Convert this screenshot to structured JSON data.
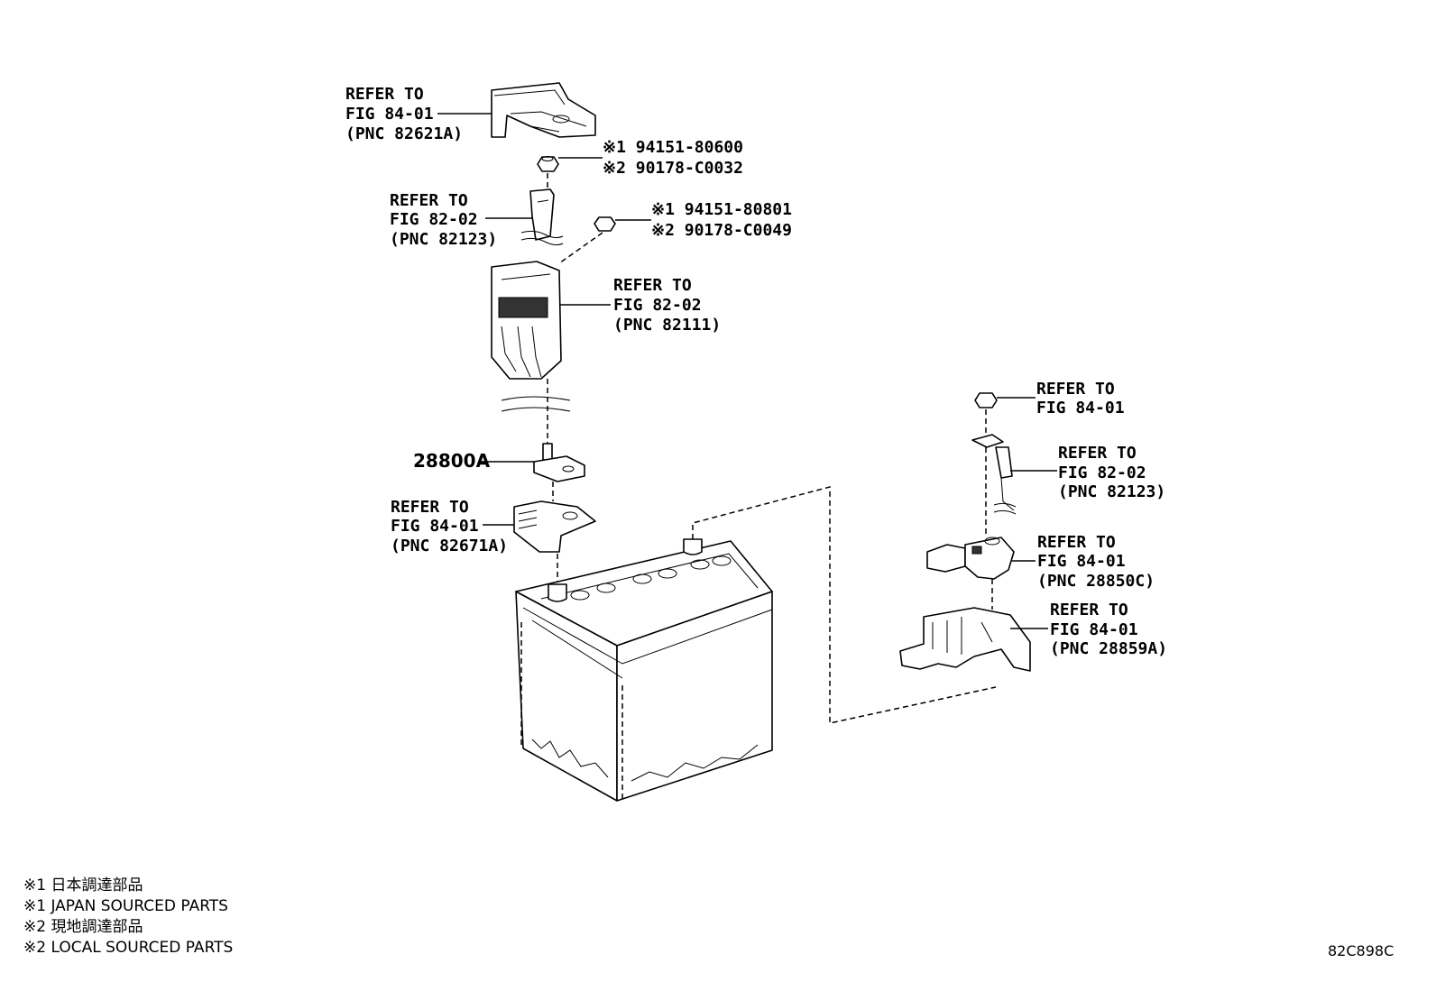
{
  "callouts": {
    "cover_top": [
      "REFER TO",
      "FIG 84-01",
      "(PNC 82621A)"
    ],
    "nut1": [
      "※1 94151-80600",
      "※2 90178-C0032"
    ],
    "wire_top": [
      "REFER TO",
      "FIG 82-02",
      "(PNC 82123)"
    ],
    "nut2": [
      "※1 94151-80801",
      "※2 90178-C0049"
    ],
    "fusebox": [
      "REFER TO",
      "FIG 82-02",
      "(PNC 82111)"
    ],
    "terminal_part": "28800A",
    "cover_pos": [
      "REFER TO",
      "FIG 84-01",
      "(PNC 82671A)"
    ],
    "right_nut": [
      "REFER TO",
      "FIG 84-01"
    ],
    "right_wire": [
      "REFER TO",
      "FIG 82-02",
      "(PNC 82123)"
    ],
    "sensor": [
      "REFER TO",
      "FIG 84-01",
      "(PNC 28850C)"
    ],
    "bracket": [
      "REFER TO",
      "FIG 84-01",
      "(PNC 28859A)"
    ]
  },
  "legend": [
    "※1 日本調達部品",
    "※1 JAPAN SOURCED PARTS",
    "※2 現地調達部品",
    "※2 LOCAL SOURCED PARTS"
  ],
  "diagram_code": "82C898C"
}
